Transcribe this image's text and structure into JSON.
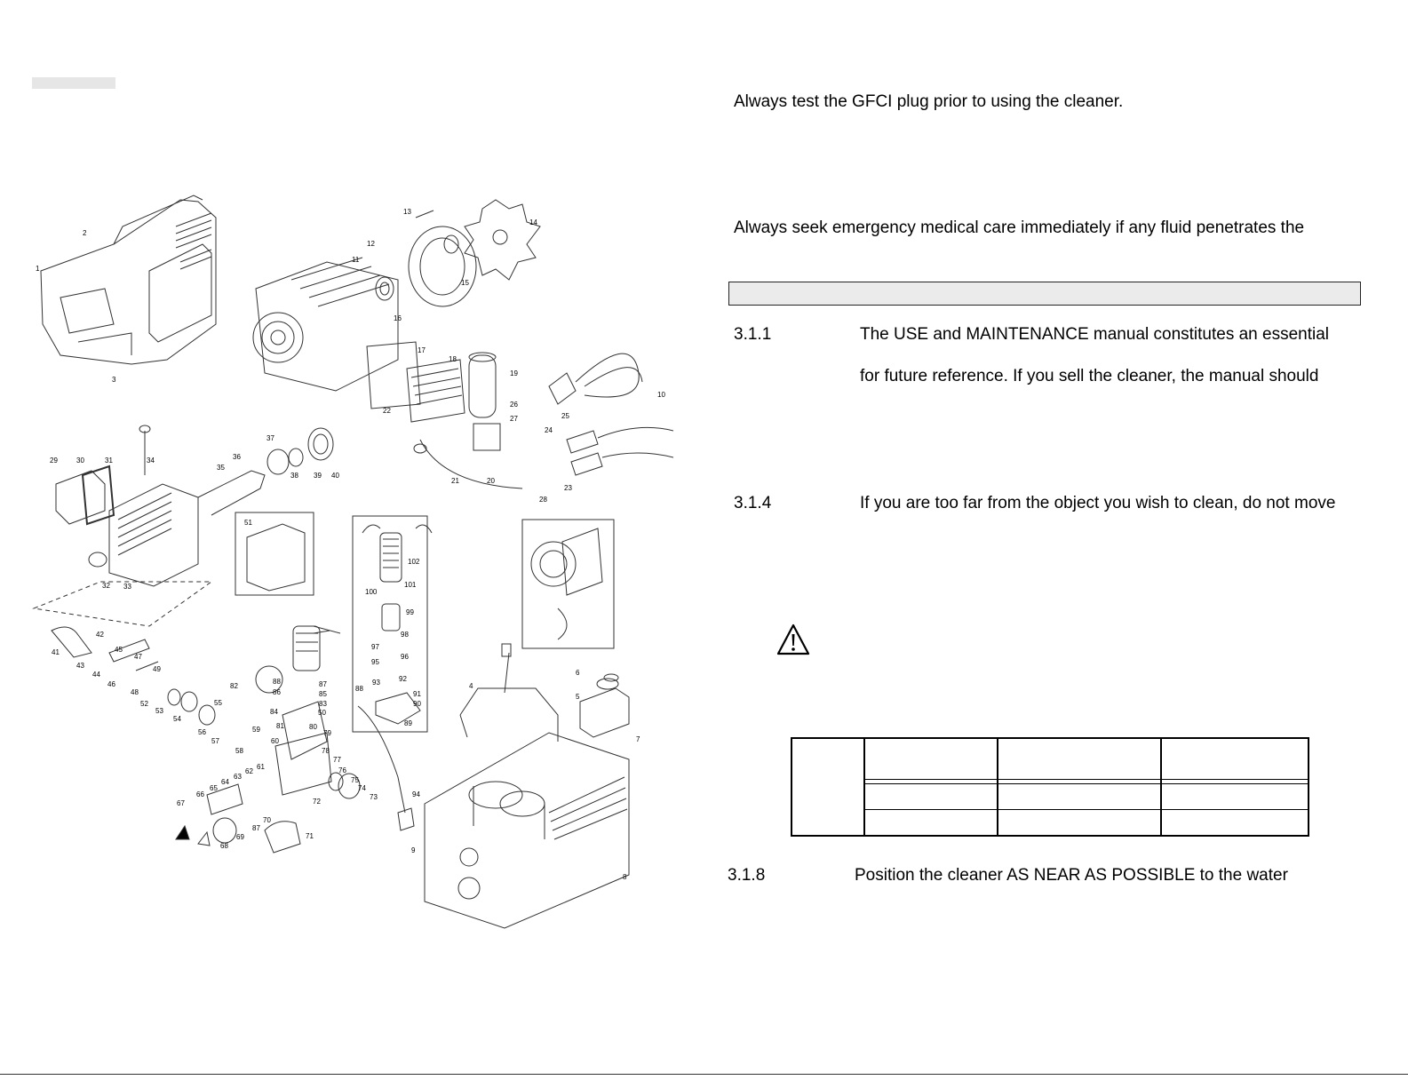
{
  "right_column": {
    "line_gfci": "Always test the GFCI plug prior to using the cleaner.",
    "line_medical": "Always seek emergency medical care immediately if any fluid penetrates the",
    "sections": [
      {
        "num": "3.1.1",
        "text": "The USE and MAINTENANCE manual constitutes an essential"
      },
      {
        "num": "",
        "text": "for future reference.  If you sell the cleaner, the manual should"
      },
      {
        "num": "3.1.4",
        "text": "If you are too far from the object you wish to clean, do not move"
      },
      {
        "num": "3.1.8",
        "text": "Position the cleaner AS NEAR AS POSSIBLE to the water"
      }
    ]
  },
  "icons": {
    "warning": "warning-triangle-icon"
  },
  "diagram": {
    "part_labels": [
      "1",
      "2",
      "3",
      "4",
      "5",
      "6",
      "7",
      "8",
      "9",
      "10",
      "11",
      "12",
      "13",
      "14",
      "15",
      "16",
      "17",
      "18",
      "19",
      "20",
      "21",
      "22",
      "23",
      "24",
      "25",
      "26",
      "27",
      "28",
      "29",
      "30",
      "31",
      "32",
      "33",
      "34",
      "35",
      "36",
      "37",
      "38",
      "39",
      "40",
      "41",
      "42",
      "43",
      "44",
      "45",
      "46",
      "47",
      "48",
      "49",
      "50",
      "51",
      "52",
      "53",
      "54",
      "55",
      "56",
      "57",
      "58",
      "59",
      "60",
      "61",
      "62",
      "63",
      "64",
      "65",
      "66",
      "67",
      "68",
      "69",
      "70",
      "71",
      "72",
      "73",
      "74",
      "75",
      "76",
      "77",
      "78",
      "79",
      "80",
      "81",
      "82",
      "83",
      "84",
      "85",
      "86",
      "87",
      "88",
      "89",
      "90",
      "91",
      "92",
      "93",
      "94",
      "95",
      "96",
      "97",
      "98",
      "99",
      "100",
      "101",
      "102"
    ]
  }
}
